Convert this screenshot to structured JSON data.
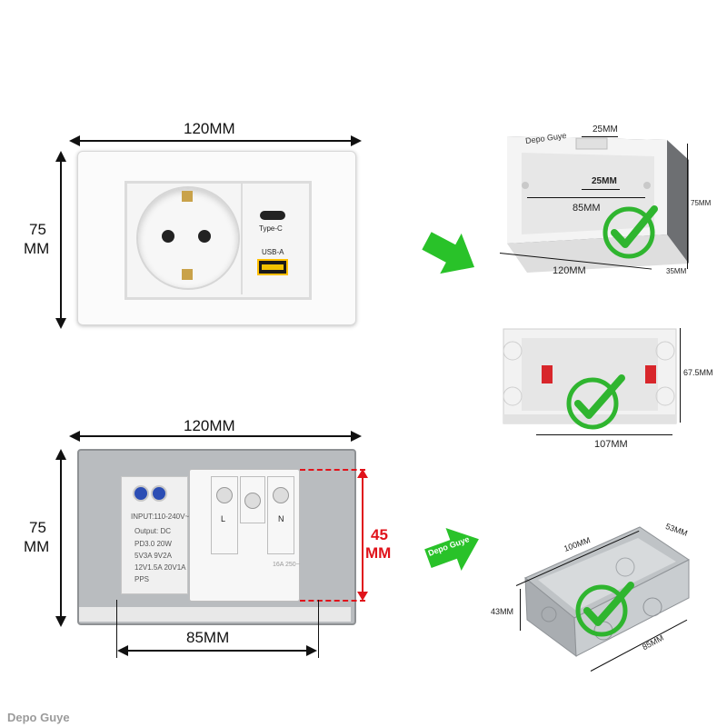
{
  "top_product": {
    "width_label": "120MM",
    "height_label_1": "75",
    "height_label_2": "MM",
    "usb_c_label": "Type-C",
    "usb_a_label": "USB-A"
  },
  "bottom_product": {
    "width_label": "120MM",
    "height_label_1": "75",
    "height_label_2": "MM",
    "depth_label_1": "45",
    "depth_label_2": "MM",
    "bottom_width_label": "85MM",
    "module_lines": [
      "INPUT:110-240V~",
      "Output: DC",
      "PD3.0  20W",
      "5V3A  9V2A",
      "12V1.5A  20V1A",
      "PPS"
    ],
    "terminal_labels": [
      "L",
      "N"
    ],
    "terminal_code": "16A 250~"
  },
  "box_top": {
    "brand": "Depo Guye",
    "top_label": "25MM",
    "inner_label_1": "25MM",
    "inner_label_2": "85MM",
    "height_label": "75MM",
    "width_label": "120MM",
    "depth_label": "35MM"
  },
  "box_middle": {
    "height_label": "67.5MM",
    "width_label": "107MM"
  },
  "box_bottom": {
    "arrow_text": "Depo Guye",
    "length_label": "100MM",
    "depth_label": "53MM",
    "height_label": "43MM",
    "width_label": "85MM"
  },
  "watermark": "Depo Guye",
  "colors": {
    "check_green": "#2fb52f",
    "arrow_green": "#29c229",
    "dimension_red": "#e0131b",
    "box_red": "#d8262b"
  }
}
